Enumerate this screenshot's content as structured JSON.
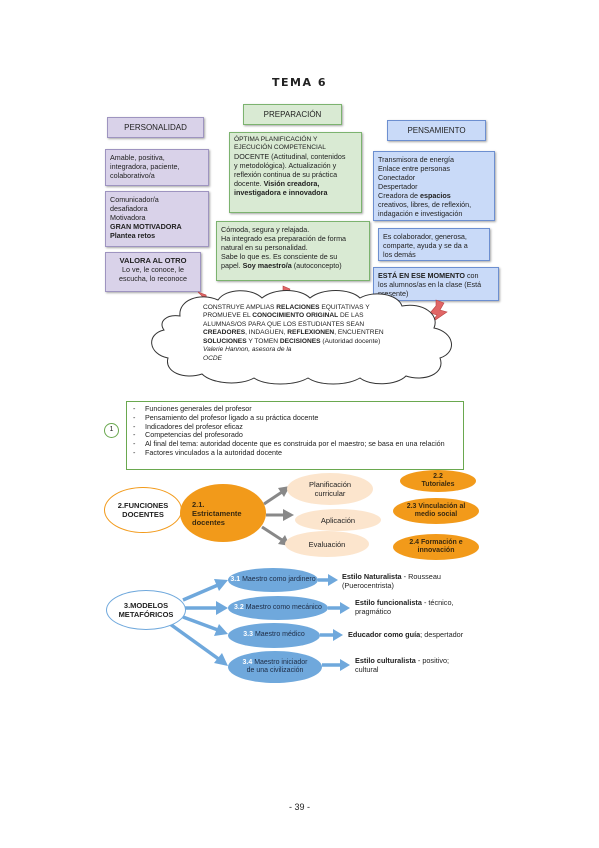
{
  "title": "TEMA 6",
  "headers": {
    "personalidad": "PERSONALIDAD",
    "preparacion": "PREPARACIÓN",
    "pensamiento": "PENSAMIENTO"
  },
  "personalidad": {
    "box1": [
      "Amable, positiva,",
      "integradora, paciente,",
      "colaborativo/a"
    ],
    "box2": [
      "Comunicador/a",
      "desafiadora",
      "Motivadora"
    ],
    "box2_bold": [
      "GRAN MOTIVADORA",
      "Plantea retos"
    ],
    "box3_title": "VALORA AL OTRO",
    "box3": [
      "Lo ve, le conoce, le",
      "escucha, lo reconoce"
    ]
  },
  "preparacion": {
    "box1": [
      "ÓPTIMA PLANIFICACIÓN Y",
      "EJECUCIÓN COMPETENCIAL",
      "DOCENTE  (Actitudinal, contenidos",
      "y metodológica). Actualización y",
      "reflexión continua  de su práctica",
      "docente."
    ],
    "box1_bold": [
      "Visión creadora,",
      "investigadora e innovadora"
    ],
    "box2": [
      "Cómoda, segura y relajada.",
      "Ha integrado esa preparación de forma",
      "natural en su personalidad.",
      "Sabe lo que es. Es consciente de su",
      "papel."
    ],
    "box2_bold": "Soy maestro/a",
    "box2_tail": "(autoconcepto)"
  },
  "pensamiento": {
    "box1_a": [
      "Transmisora de energía",
      "Enlace entre personas",
      "Conectador",
      "Despertador",
      "Creadora de"
    ],
    "box1_bold": "espacios",
    "box1_b": [
      "creativos, libres, de reflexión,",
      "indagación e investigación"
    ],
    "box2": [
      "Es colaborador, generosa,",
      "comparte, ayuda y se da a",
      "los demás"
    ],
    "box3_bold": "ESTÁ EN ESE MOMENTO",
    "box3_a": "con",
    "box3_b": [
      "los alumnos/as en la clase (Está",
      "presente)"
    ]
  },
  "cloud": {
    "l1a": "CONSTRUYE  AMPLIAS",
    "l1b": "RELACIONES",
    "l1c": "EQUITATIVAS  Y",
    "l2a": "PROMUEVE  EL",
    "l2b": "CONOCIMIENTO  ORIGINAL",
    "l2c": "DE  LAS",
    "l3": "ALUMNAS/OS  PARA  QUE  LOS  ESTUDIANTES  SEAN",
    "l4a": "CREADORES",
    "l4b": ",  INDAGUEN,",
    "l4c": "REFLEXIONEN",
    "l4d": ",  ENCUENTREN",
    "l5a": "SOLUCIONES",
    "l5b": "Y TOMEN",
    "l5c": "DECISIONES",
    "l5d": "(Autoridad docente)",
    "quote": [
      "Valerie Hannon, asesora de la",
      "OCDE"
    ]
  },
  "section1": {
    "number": "1",
    "items": [
      "Funciones generales del profesor",
      "Pensamiento del profesor ligado a su práctica docente",
      "Indicadores del profesor eficaz",
      "Competencias del profesorado",
      "Al final del tema: autoridad docente que es construida por el maestro; se basa en una relación",
      "Factores vinculados a la autoridad docente"
    ]
  },
  "section2": {
    "main": "2.FUNCIONES DOCENTES",
    "center_num": "2.1.",
    "center_label": "Estrictamente docentes",
    "subs": [
      "Planificación curricular",
      "Aplicación",
      "Evaluación"
    ],
    "right": [
      "2.2 Tutoriales",
      "2.3 Vinculación al medio social",
      "2.4 Formación e innovación"
    ]
  },
  "section3": {
    "main": "3.MODELOS METAFÓRICOS",
    "models": [
      {
        "num": "3.1",
        "label": "Maestro como jardinero",
        "result_bold": "Estilo Naturalista",
        "result": "- Rousseau (Puerocentrista)"
      },
      {
        "num": "3.2",
        "label": "Maestro como mecánico",
        "result_bold": "Estilo funcionalista",
        "result": "- técnico, pragmático"
      },
      {
        "num": "3.3",
        "label": "Maestro médico",
        "result_bold": "Educador como guía",
        "result": "; despertador"
      },
      {
        "num": "3.4",
        "label": "Maestro iniciador de una civilización",
        "result_bold": "Estilo culturalista",
        "result": "- positivo; cultural"
      }
    ]
  },
  "page_number": "- 39 -",
  "colors": {
    "purple": "#d9d2e9",
    "green": "#d9ead3",
    "blue": "#c9daf8",
    "orange": "#f29a1a",
    "peach": "#fce5cd",
    "steel_blue": "#6fa8dc"
  }
}
